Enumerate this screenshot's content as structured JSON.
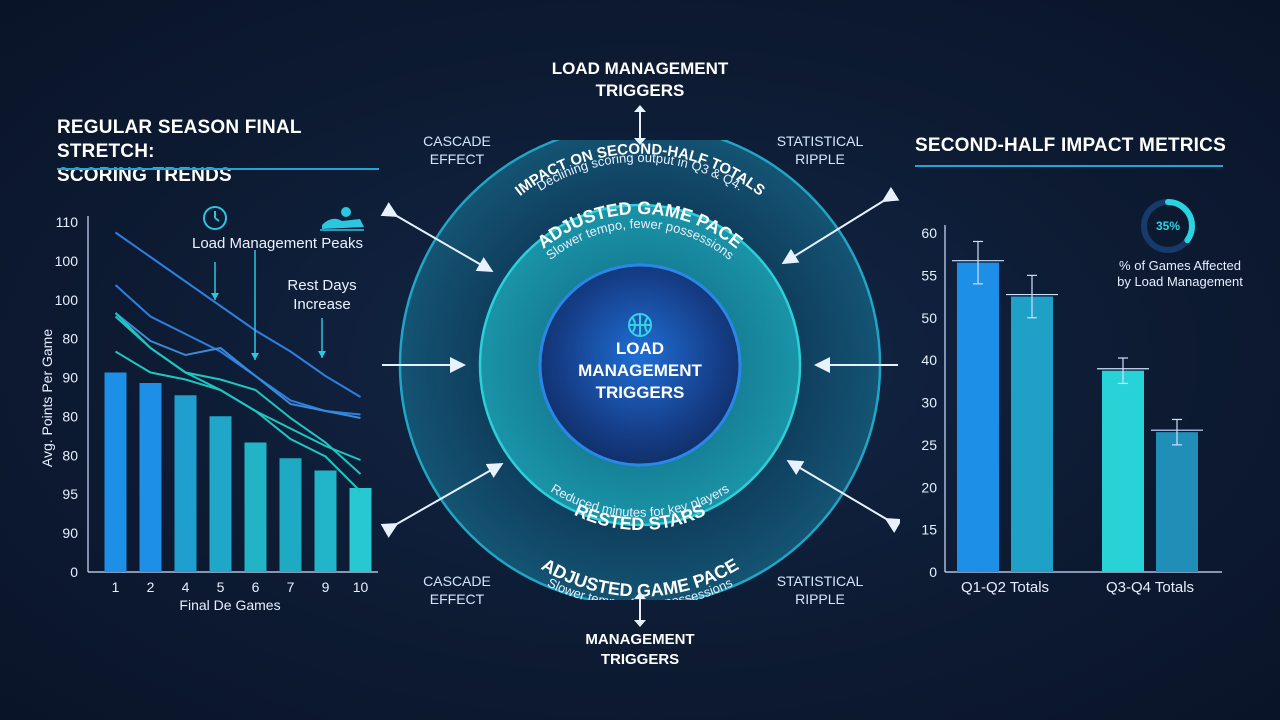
{
  "left_panel": {
    "title_line1": "REGULAR SEASON FINAL STRETCH:",
    "title_line2": "SCORING TRENDS",
    "annotation_peaks": "Load Management Peaks",
    "annotation_rest_line1": "Rest Days",
    "annotation_rest_line2": "Increase",
    "icons": [
      "clock-icon",
      "resting-player-icon"
    ]
  },
  "right_panel": {
    "title": "SECOND-HALF IMPACT METRICS",
    "donut_value": "35%",
    "donut_fraction": 0.35,
    "donut_caption_line1": "% of Games Affected",
    "donut_caption_line2": "by Load Management"
  },
  "center": {
    "top_title_line1": "LOAD MANAGEMENT",
    "top_title_line2": "TRIGGERS",
    "bottom_title_line1": "MANAGEMENT",
    "bottom_title_line2": "TRIGGERS",
    "corner_tl_line1": "CASCADE",
    "corner_tl_line2": "EFFECT",
    "corner_tr_line1": "STATISTICAL",
    "corner_tr_line2": "RIPPLE",
    "corner_bl_line1": "CASCADE",
    "corner_bl_line2": "EFFECT",
    "corner_br_line1": "STATISTICAL",
    "corner_br_line2": "RIPPLE",
    "outer_top_title": "IMPACT ON SECOND-HALF TOTALS",
    "outer_top_sub": "Declining scoring output in Q3 & Q4.",
    "mid_top_title": "ADJUSTED GAME PACE",
    "mid_top_sub": "Slower tempo, fewer possessions",
    "mid_bottom_title": "RESTED STARS",
    "mid_bottom_sub": "Reduced minutes for key players",
    "outer_bottom_title": "ADJUSTED GAME PACE",
    "outer_bottom_sub": "Slower tempo, fewer possessions",
    "core_line1": "LOAD",
    "core_line2": "MANAGEMENT",
    "core_line3": "TRIGGERS",
    "core_icon": "basketball-icon"
  },
  "colors": {
    "background": "#0d1b33",
    "accent": "#21a5d6",
    "bar_blue": "#1e8fe6",
    "bar_teal": "#1fb8c9",
    "bar_cyan": "#27d3d6",
    "line_blue": "#2d7fe0",
    "line_teal": "#1fc6c0"
  },
  "chart_data": [
    {
      "type": "bar",
      "ylabel": "Avg. Points Per Game",
      "xlabel": "Final De Games",
      "y_tick_labels": [
        "110",
        "100",
        "100",
        "80",
        "90",
        "80",
        "80",
        "95",
        "90",
        "0"
      ],
      "categories": [
        "1",
        "2",
        "4",
        "5",
        "6",
        "7",
        "9",
        "10"
      ],
      "bar_values_as_fraction_of_axis": [
        0.57,
        0.54,
        0.505,
        0.445,
        0.37,
        0.325,
        0.29,
        0.24
      ],
      "trend_lines": [
        {
          "values": [
            0.97,
            0.9,
            0.83,
            0.76,
            0.69,
            0.63,
            0.56,
            0.5
          ]
        },
        {
          "values": [
            0.82,
            0.73,
            0.68,
            0.63,
            0.56,
            0.49,
            0.46,
            0.45
          ]
        },
        {
          "values": [
            0.74,
            0.66,
            0.62,
            0.64,
            0.56,
            0.48,
            0.46,
            0.44
          ]
        },
        {
          "values": [
            0.74,
            0.64,
            0.57,
            0.55,
            0.52,
            0.44,
            0.37,
            0.28
          ]
        },
        {
          "values": [
            0.63,
            0.57,
            0.55,
            0.52,
            0.46,
            0.41,
            0.36,
            0.32
          ]
        },
        {
          "values": [
            0.73,
            0.64,
            0.57,
            0.52,
            0.46,
            0.38,
            0.33,
            0.23
          ]
        }
      ],
      "grid": false
    },
    {
      "type": "bar",
      "categories": [
        "Q1-Q2 Totals",
        "Q3-Q4 Totals"
      ],
      "y_tick_labels": [
        "60",
        "55",
        "50",
        "40",
        "30",
        "25",
        "20",
        "15",
        "0"
      ],
      "series": [
        {
          "values": [
            56.5,
            37.5
          ],
          "error": [
            2.5,
            3.0
          ]
        },
        {
          "values": [
            52.5,
            26.5
          ],
          "error": [
            2.5,
            1.5
          ]
        }
      ],
      "grid": false
    }
  ]
}
